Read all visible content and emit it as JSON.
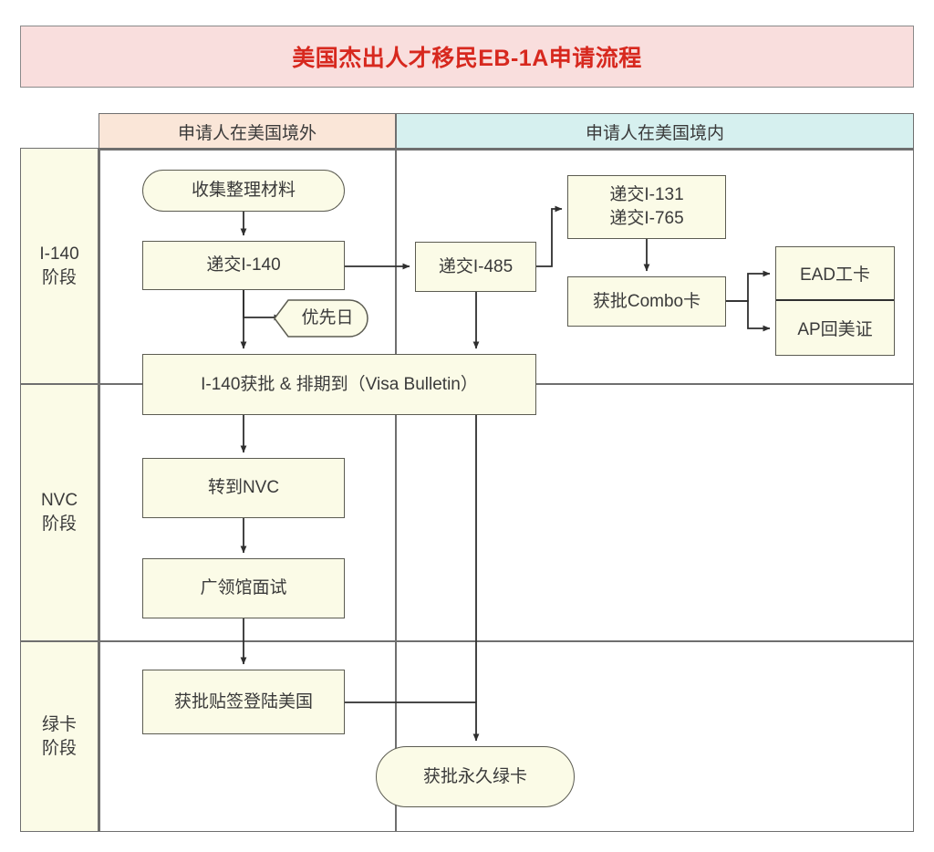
{
  "title": "美国杰出人才移民EB-1A申请流程",
  "colors": {
    "title_bg": "#f9dedd",
    "title_text": "#d7281e",
    "lane_outside_bg": "#fae6d8",
    "lane_inside_bg": "#d6f0ef",
    "node_bg": "#fbfbe7",
    "node_border": "#5c5c52",
    "grid_line": "#6f6f6f",
    "text": "#3a3a3a"
  },
  "lanes": [
    {
      "id": "outside",
      "label": "申请人在美国境外"
    },
    {
      "id": "inside",
      "label": "申请人在美国境内"
    }
  ],
  "stages": [
    {
      "id": "i140",
      "line1": "I-140",
      "line2": "阶段"
    },
    {
      "id": "nvc",
      "line1": "NVC",
      "line2": "阶段"
    },
    {
      "id": "gc",
      "line1": "绿卡",
      "line2": "阶段"
    }
  ],
  "nodes": {
    "collect_materials": {
      "label": "收集整理材料",
      "shape": "stadium",
      "lane": "outside",
      "stage": "i140"
    },
    "file_i140": {
      "label": "递交I-140",
      "shape": "rect",
      "lane": "outside",
      "stage": "i140"
    },
    "priority_date": {
      "label": "优先日",
      "shape": "flag",
      "lane": "outside",
      "stage": "i140"
    },
    "file_i485": {
      "label": "递交I-485",
      "shape": "rect",
      "lane": "inside",
      "stage": "i140"
    },
    "file_i131_i765": {
      "line1": "递交I-131",
      "line2": "递交I-765",
      "shape": "rect",
      "lane": "inside",
      "stage": "i140"
    },
    "combo_card": {
      "label": "获批Combo卡",
      "shape": "rect",
      "lane": "inside",
      "stage": "i140"
    },
    "ead_card": {
      "label": "EAD工卡",
      "shape": "stacked-top",
      "lane": "inside",
      "stage": "i140"
    },
    "ap_card": {
      "label": "AP回美证",
      "shape": "stacked-bottom",
      "lane": "inside",
      "stage": "i140"
    },
    "i140_approved": {
      "label": "I-140获批 & 排期到（Visa Bulletin）",
      "shape": "rect",
      "lane": "spanning",
      "stage": "i140-nvc"
    },
    "to_nvc": {
      "label": "转到NVC",
      "shape": "rect",
      "lane": "outside",
      "stage": "nvc"
    },
    "consulate": {
      "label": "广领馆面试",
      "shape": "rect",
      "lane": "outside",
      "stage": "nvc"
    },
    "visa_entry": {
      "label": "获批贴签登陆美国",
      "shape": "rect",
      "lane": "outside",
      "stage": "gc"
    },
    "green_card": {
      "label": "获批永久绿卡",
      "shape": "stadium",
      "lane": "inside",
      "stage": "gc"
    }
  }
}
